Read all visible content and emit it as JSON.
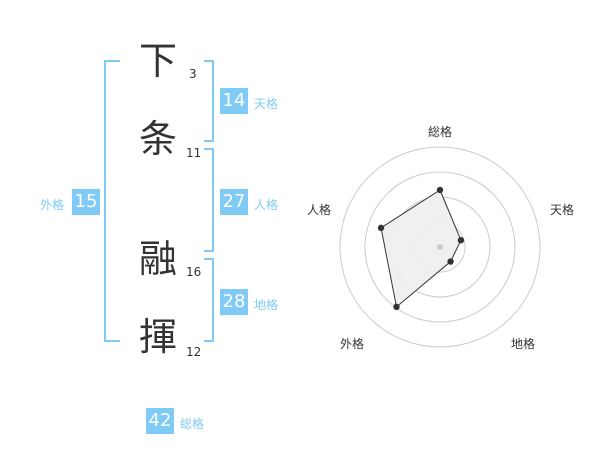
{
  "surname": [
    {
      "char": "下",
      "strokes": "3"
    },
    {
      "char": "条",
      "strokes": "11"
    }
  ],
  "given_name": [
    {
      "char": "融",
      "strokes": "16"
    },
    {
      "char": "揮",
      "strokes": "12"
    }
  ],
  "kaku": {
    "tenkaku": {
      "label": "天格",
      "value": "14"
    },
    "jinkaku": {
      "label": "人格",
      "value": "27"
    },
    "chikaku": {
      "label": "地格",
      "value": "28"
    },
    "gaikaku": {
      "label": "外格",
      "value": "15"
    },
    "soukaku": {
      "label": "総格",
      "value": "42"
    }
  },
  "colors": {
    "accent": "#7fcbf6",
    "text": "#333333",
    "grid": "#cccccc",
    "radar_fill": "#eeeeee"
  },
  "chart_data": {
    "type": "radar",
    "axes": [
      "総格",
      "天格",
      "地格",
      "外格",
      "人格"
    ],
    "values": [
      0.57,
      0.22,
      0.18,
      0.74,
      0.62
    ],
    "max": 1,
    "rings": 4
  }
}
